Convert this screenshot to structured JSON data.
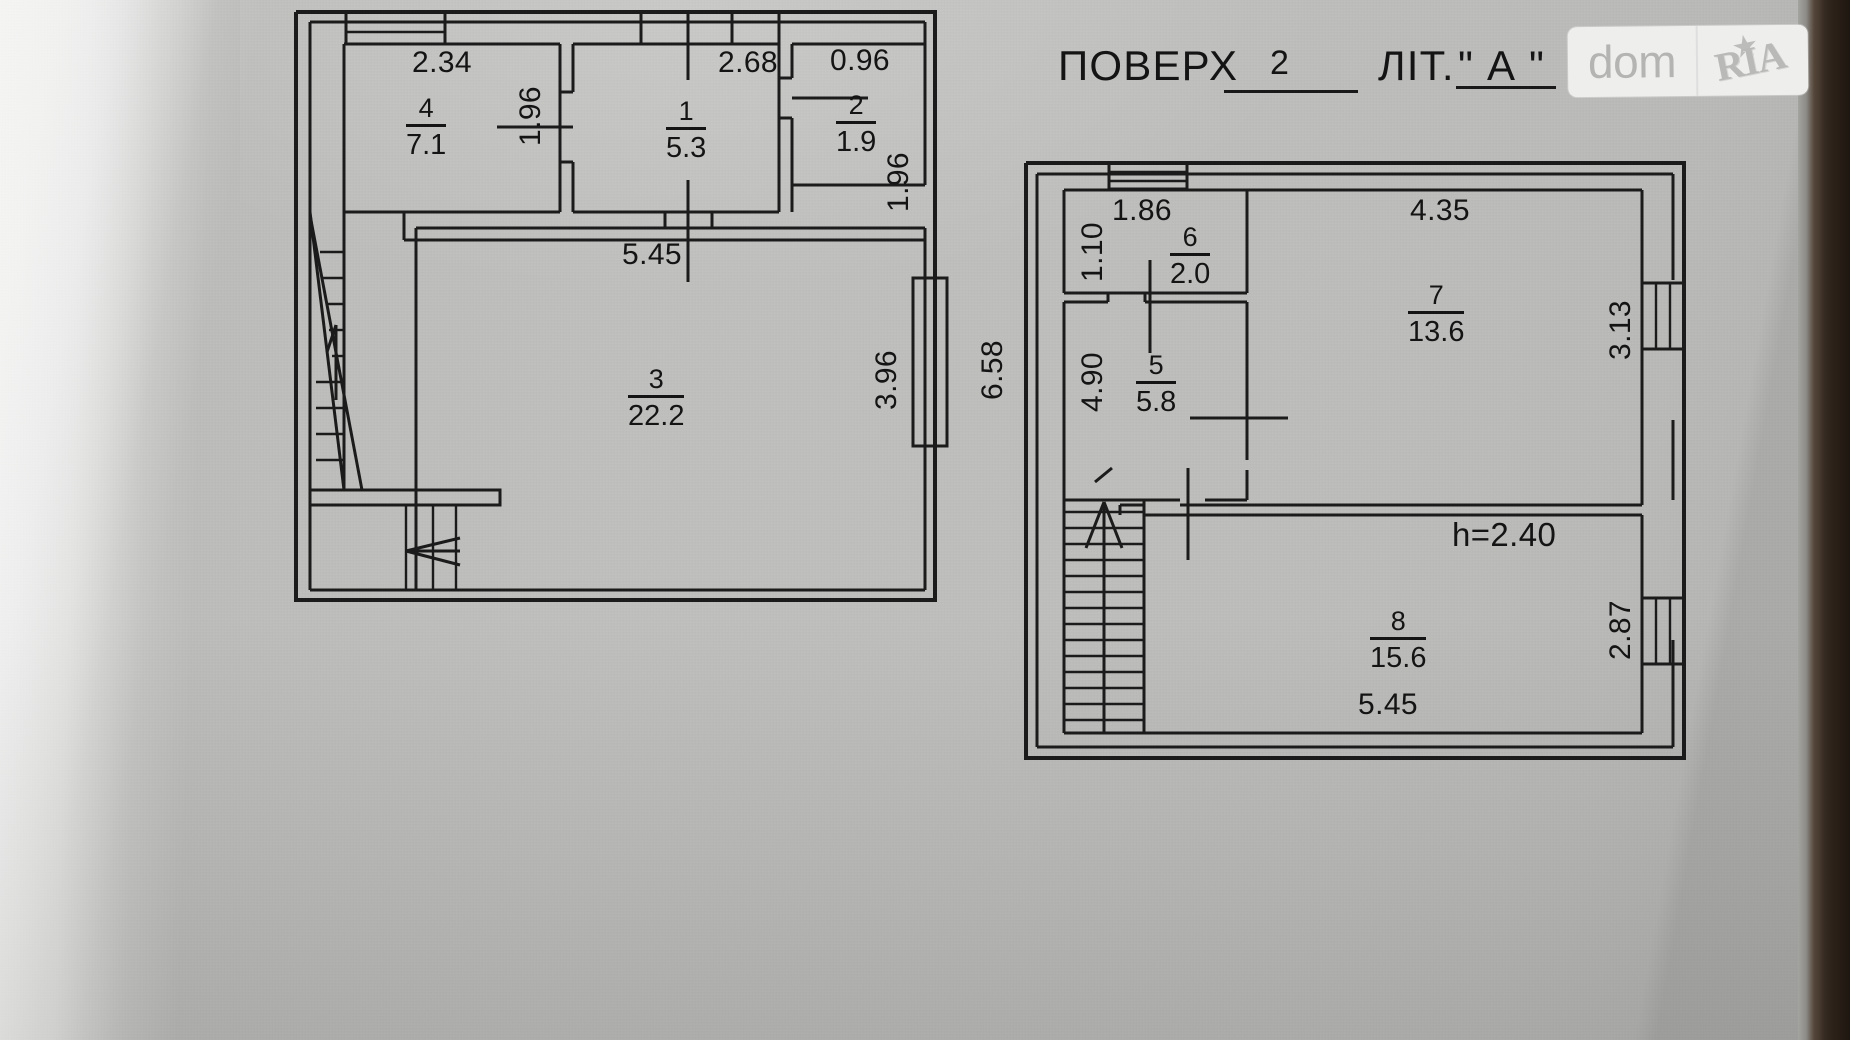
{
  "document": {
    "type": "technical-floor-plan",
    "header": {
      "floor_label": "ПОВЕРХ",
      "floor_value": "2",
      "letter_label": "ЛІТ.",
      "letter_value": "\" А \""
    },
    "ceiling_height_note": "h=2.40"
  },
  "watermark": {
    "brand_left": "dom",
    "brand_right": "RIA",
    "star_glyph": "★"
  },
  "left_plan": {
    "name": "floor-plan-left",
    "rooms": [
      {
        "id": "room-4",
        "number": "4",
        "area": "7.1"
      },
      {
        "id": "room-1",
        "number": "1",
        "area": "5.3"
      },
      {
        "id": "room-2",
        "number": "2",
        "area": "1.9"
      },
      {
        "id": "room-3",
        "number": "3",
        "area": "22.2"
      }
    ],
    "dimensions": {
      "room4_width": "2.34",
      "room4_height": "1.96",
      "room1_width": "2.68",
      "room2_width": "0.96",
      "room2_height": "1.96",
      "room3_width": "5.45",
      "room3_height": "3.96",
      "overall_height": "6.58"
    }
  },
  "right_plan": {
    "name": "floor-plan-right",
    "rooms": [
      {
        "id": "room-6",
        "number": "6",
        "area": "2.0"
      },
      {
        "id": "room-5",
        "number": "5",
        "area": "5.8"
      },
      {
        "id": "room-7",
        "number": "7",
        "area": "13.6"
      },
      {
        "id": "room-8",
        "number": "8",
        "area": "15.6"
      }
    ],
    "dimensions": {
      "room6_width": "1.86",
      "room6_height": "1.10",
      "room5_height": "4.90",
      "room7_width": "4.35",
      "room7_height": "3.13",
      "room8_width": "5.45",
      "room8_height": "2.87"
    }
  },
  "background_text": {
    "faint_vertical_1": "",
    "faint_vertical_2": ""
  },
  "colors": {
    "ink": "#1b1b1b",
    "paper": "#bdbdbb",
    "paper_light": "#e7e7e5",
    "table_edge": "#2e241d",
    "watermark_bg": "#eeeeec",
    "watermark_fg": "#b6b6b4"
  }
}
